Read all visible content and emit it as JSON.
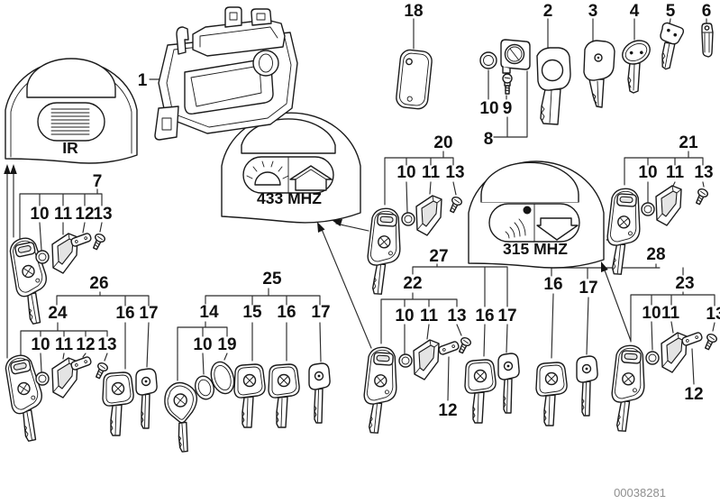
{
  "diagram": {
    "part_number": "00038281",
    "covers": {
      "ir": "IR",
      "mhz433": "433 MHZ",
      "mhz315": "315 MHZ"
    },
    "numbers": {
      "n1": "1",
      "n2": "2",
      "n3": "3",
      "n4": "4",
      "n5": "5",
      "n6": "6",
      "n7": "7",
      "n8": "8",
      "n9": "9",
      "n10": "10",
      "n11": "11",
      "n12": "12",
      "n13": "13",
      "n14": "14",
      "n15": "15",
      "n16": "16",
      "n17": "17",
      "n18": "18",
      "n19": "19",
      "n20": "20",
      "n21": "21",
      "n22": "22",
      "n23": "23",
      "n24": "24",
      "n25": "25",
      "n26": "26",
      "n27": "27",
      "n28": "28"
    }
  }
}
